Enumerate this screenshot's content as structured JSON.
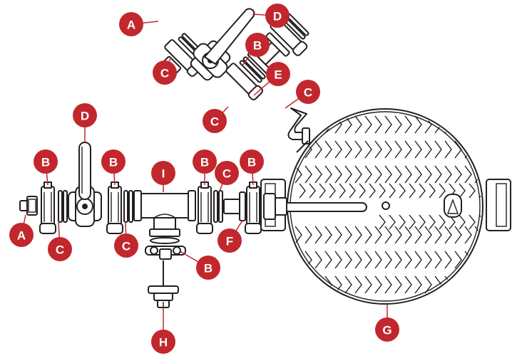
{
  "colors": {
    "accent": "#c1272d",
    "line": "#231f20"
  },
  "callouts": [
    {
      "letter": "A"
    },
    {
      "letter": "D"
    },
    {
      "letter": "C"
    },
    {
      "letter": "B"
    },
    {
      "letter": "E"
    },
    {
      "letter": "C"
    },
    {
      "letter": "C"
    },
    {
      "letter": "D"
    },
    {
      "letter": "B"
    },
    {
      "letter": "B"
    },
    {
      "letter": "I"
    },
    {
      "letter": "B"
    },
    {
      "letter": "C"
    },
    {
      "letter": "B"
    },
    {
      "letter": "A"
    },
    {
      "letter": "C"
    },
    {
      "letter": "C"
    },
    {
      "letter": "F"
    },
    {
      "letter": "B"
    },
    {
      "letter": "H"
    },
    {
      "letter": "G"
    }
  ]
}
